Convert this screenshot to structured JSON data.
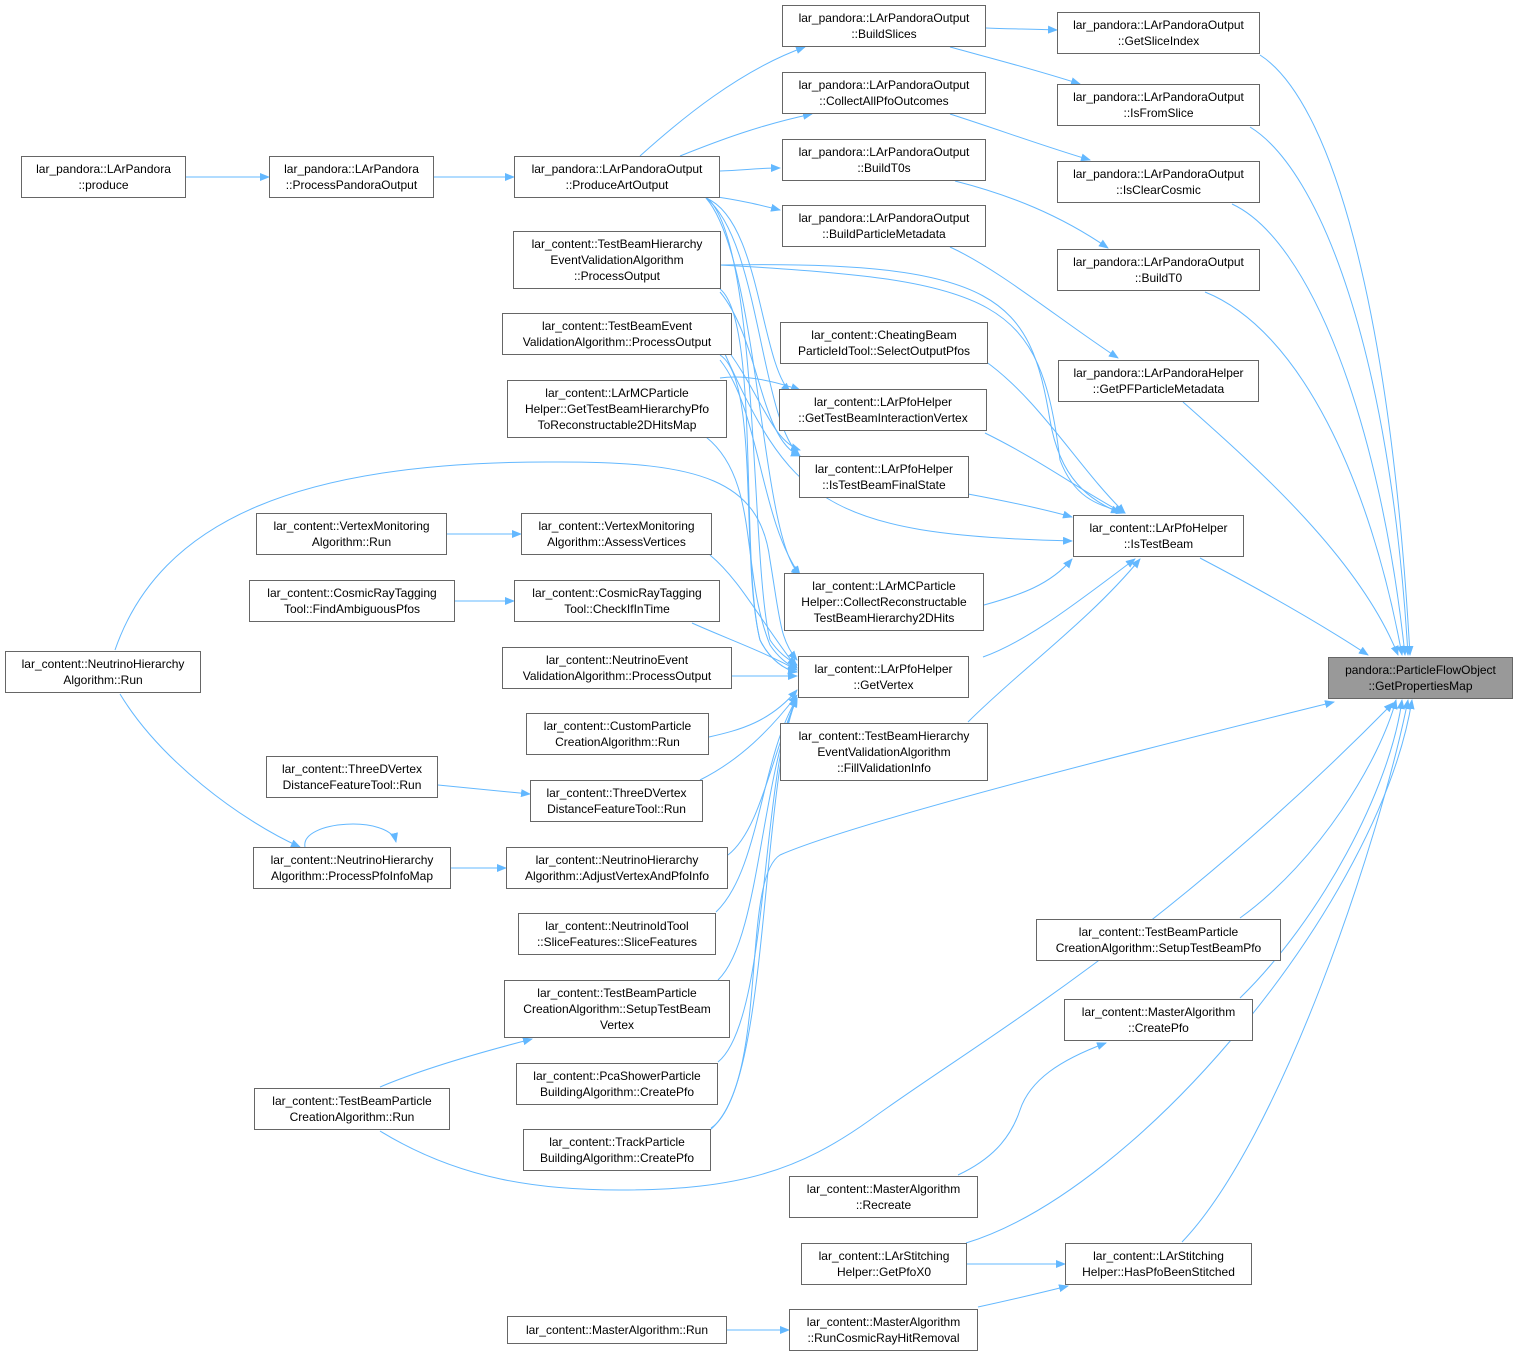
{
  "graph": {
    "edge_color": "#63b8ff",
    "focus_fill": "#999999",
    "node_border": "#666666",
    "nodes": {
      "gpm": [
        "pandora::ParticleFlowObject",
        "::GetPropertiesMap"
      ],
      "getsliceindex": [
        "lar_pandora::LArPandoraOutput",
        "::GetSliceIndex"
      ],
      "isfromslice": [
        "lar_pandora::LArPandoraOutput",
        "::IsFromSlice"
      ],
      "isclearcosmic": [
        "lar_pandora::LArPandoraOutput",
        "::IsClearCosmic"
      ],
      "buildt0": [
        "lar_pandora::LArPandoraOutput",
        "::BuildT0"
      ],
      "getpfpmeta": [
        "lar_pandora::LArPandoraHelper",
        "::GetPFParticleMetadata"
      ],
      "istestbeam": [
        "lar_content::LArPfoHelper",
        "::IsTestBeam"
      ],
      "tbsetuppfo": [
        "lar_content::TestBeamParticle",
        "CreationAlgorithm::SetupTestBeamPfo"
      ],
      "mastercreatepfo": [
        "lar_content::MasterAlgorithm",
        "::CreatePfo"
      ],
      "hasstitched": [
        "lar_content::LArStitching",
        "Helper::HasPfoBeenStitched"
      ],
      "buildslices": [
        "lar_pandora::LArPandoraOutput",
        "::BuildSlices"
      ],
      "collectpfo": [
        "lar_pandora::LArPandoraOutput",
        "::CollectAllPfoOutcomes"
      ],
      "buildt0s": [
        "lar_pandora::LArPandoraOutput",
        "::BuildT0s"
      ],
      "buildmeta": [
        "lar_pandora::LArPandoraOutput",
        "::BuildParticleMetadata"
      ],
      "cheating": [
        "lar_content::CheatingBeam",
        "ParticleIdTool::SelectOutputPfos"
      ],
      "gettbvertex": [
        "lar_content::LArPfoHelper",
        "::GetTestBeamInteractionVertex"
      ],
      "istbfinal": [
        "lar_content::LArPfoHelper",
        "::IsTestBeamFinalState"
      ],
      "collectrecon": [
        "lar_content::LArMCParticle",
        "Helper::CollectReconstructable",
        "TestBeamHierarchy2DHits"
      ],
      "getvertex": [
        "lar_content::LArPfoHelper",
        "::GetVertex"
      ],
      "fillvalid": [
        "lar_content::TestBeamHierarchy",
        "EventValidationAlgorithm",
        "::FillValidationInfo"
      ],
      "mrecreate": [
        "lar_content::MasterAlgorithm",
        "::Recreate"
      ],
      "getpfox0": [
        "lar_content::LArStitching",
        "Helper::GetPfoX0"
      ],
      "mrcosmic": [
        "lar_content::MasterAlgorithm",
        "::RunCosmicRayHitRemoval"
      ],
      "produceart": [
        "lar_pandora::LArPandoraOutput",
        "::ProduceArtOutput"
      ],
      "tbheval": [
        "lar_content::TestBeamHierarchy",
        "EventValidationAlgorithm",
        "::ProcessOutput"
      ],
      "tbeval": [
        "lar_content::TestBeamEvent",
        "ValidationAlgorithm::ProcessOutput"
      ],
      "mcgettb": [
        "lar_content::LArMCParticle",
        "Helper::GetTestBeamHierarchyPfo",
        "ToReconstructable2DHitsMap"
      ],
      "vmassess": [
        "lar_content::VertexMonitoring",
        "Algorithm::AssessVertices"
      ],
      "crcheck": [
        "lar_content::CosmicRayTagging",
        "Tool::CheckIfInTime"
      ],
      "nueval": [
        "lar_content::NeutrinoEvent",
        "ValidationAlgorithm::ProcessOutput"
      ],
      "custom": [
        "lar_content::CustomParticle",
        "CreationAlgorithm::Run"
      ],
      "tdvd": [
        "lar_content::ThreeDVertex",
        "DistanceFeatureTool::Run"
      ],
      "nhadjust": [
        "lar_content::NeutrinoHierarchy",
        "Algorithm::AdjustVertexAndPfoInfo"
      ],
      "nuidslice": [
        "lar_content::NeutrinoIdTool",
        "::SliceFeatures::SliceFeatures"
      ],
      "tbsetupvtx": [
        "lar_content::TestBeamParticle",
        "CreationAlgorithm::SetupTestBeam",
        "Vertex"
      ],
      "pcashower": [
        "lar_content::PcaShowerParticle",
        "BuildingAlgorithm::CreatePfo"
      ],
      "track": [
        "lar_content::TrackParticle",
        "BuildingAlgorithm::CreatePfo"
      ],
      "mrun": [
        "lar_content::MasterAlgorithm::Run"
      ],
      "processpo": [
        "lar_pandora::LArPandora",
        "::ProcessPandoraOutput"
      ],
      "vmrun": [
        "lar_content::VertexMonitoring",
        "Algorithm::Run"
      ],
      "crfind": [
        "lar_content::CosmicRayTagging",
        "Tool::FindAmbiguousPfos"
      ],
      "tdvdtool": [
        "lar_content::ThreeDVertex",
        "DistanceFeatureTool::Run"
      ],
      "nhpinfo": [
        "lar_content::NeutrinoHierarchy",
        "Algorithm::ProcessPfoInfoMap"
      ],
      "tbrun": [
        "lar_content::TestBeamParticle",
        "CreationAlgorithm::Run"
      ],
      "produce": [
        "lar_pandora::LArPandora",
        "::produce"
      ],
      "nhrun": [
        "lar_content::NeutrinoHierarchy",
        "Algorithm::Run"
      ]
    }
  }
}
